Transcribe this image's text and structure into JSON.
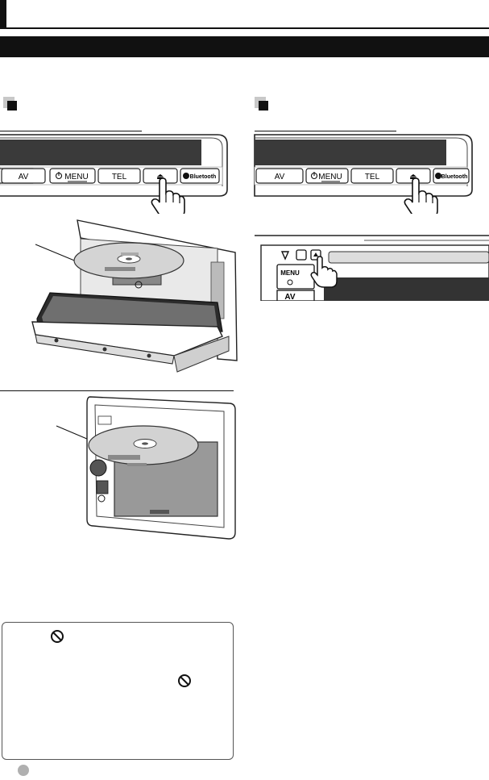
{
  "panel": {
    "buttons": [
      "AV",
      "MENU",
      "TEL",
      "⏏",
      "Bluetooth"
    ]
  },
  "unit": {
    "menu_label": "MENU",
    "av_label": "AV"
  },
  "icons": {
    "prohibited": "prohibited-icon",
    "eject": "eject-icon",
    "power": "power-icon",
    "bluetooth": "bluetooth-icon",
    "hand": "pointing-hand-icon",
    "disc": "disc-icon"
  }
}
